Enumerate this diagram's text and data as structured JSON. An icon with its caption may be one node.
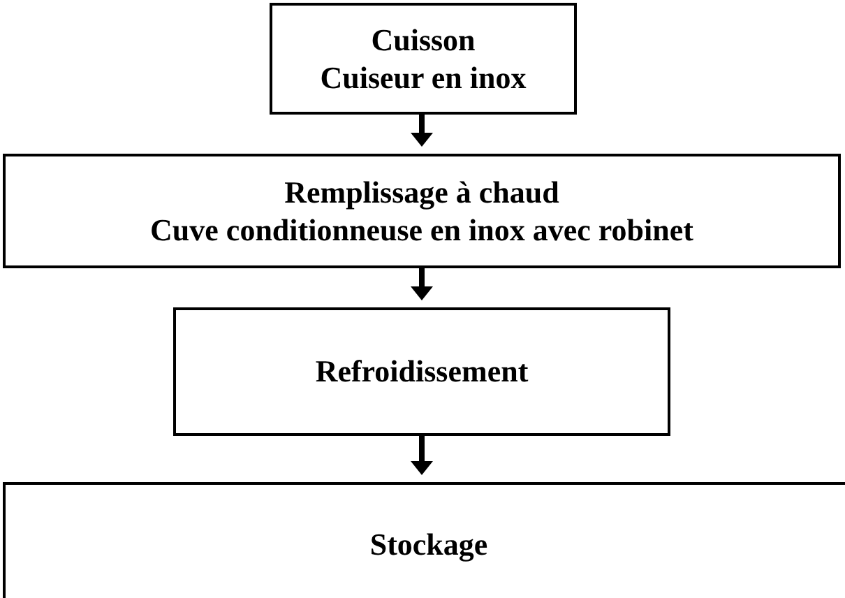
{
  "diagram": {
    "nodes": [
      {
        "text": [
          "Cuisson",
          "Cuiseur en inox"
        ]
      },
      {
        "text": [
          "Remplissage à chaud",
          "Cuve conditionneuse en inox avec robinet"
        ]
      },
      {
        "text": [
          "Refroidissement"
        ]
      },
      {
        "text": [
          "Stockage"
        ]
      }
    ],
    "edges": [
      {
        "from": 0,
        "to": 1,
        "arrow": "to"
      },
      {
        "from": 1,
        "to": 2,
        "arrow": "to"
      },
      {
        "from": 2,
        "to": 3,
        "arrow": "to"
      }
    ]
  }
}
